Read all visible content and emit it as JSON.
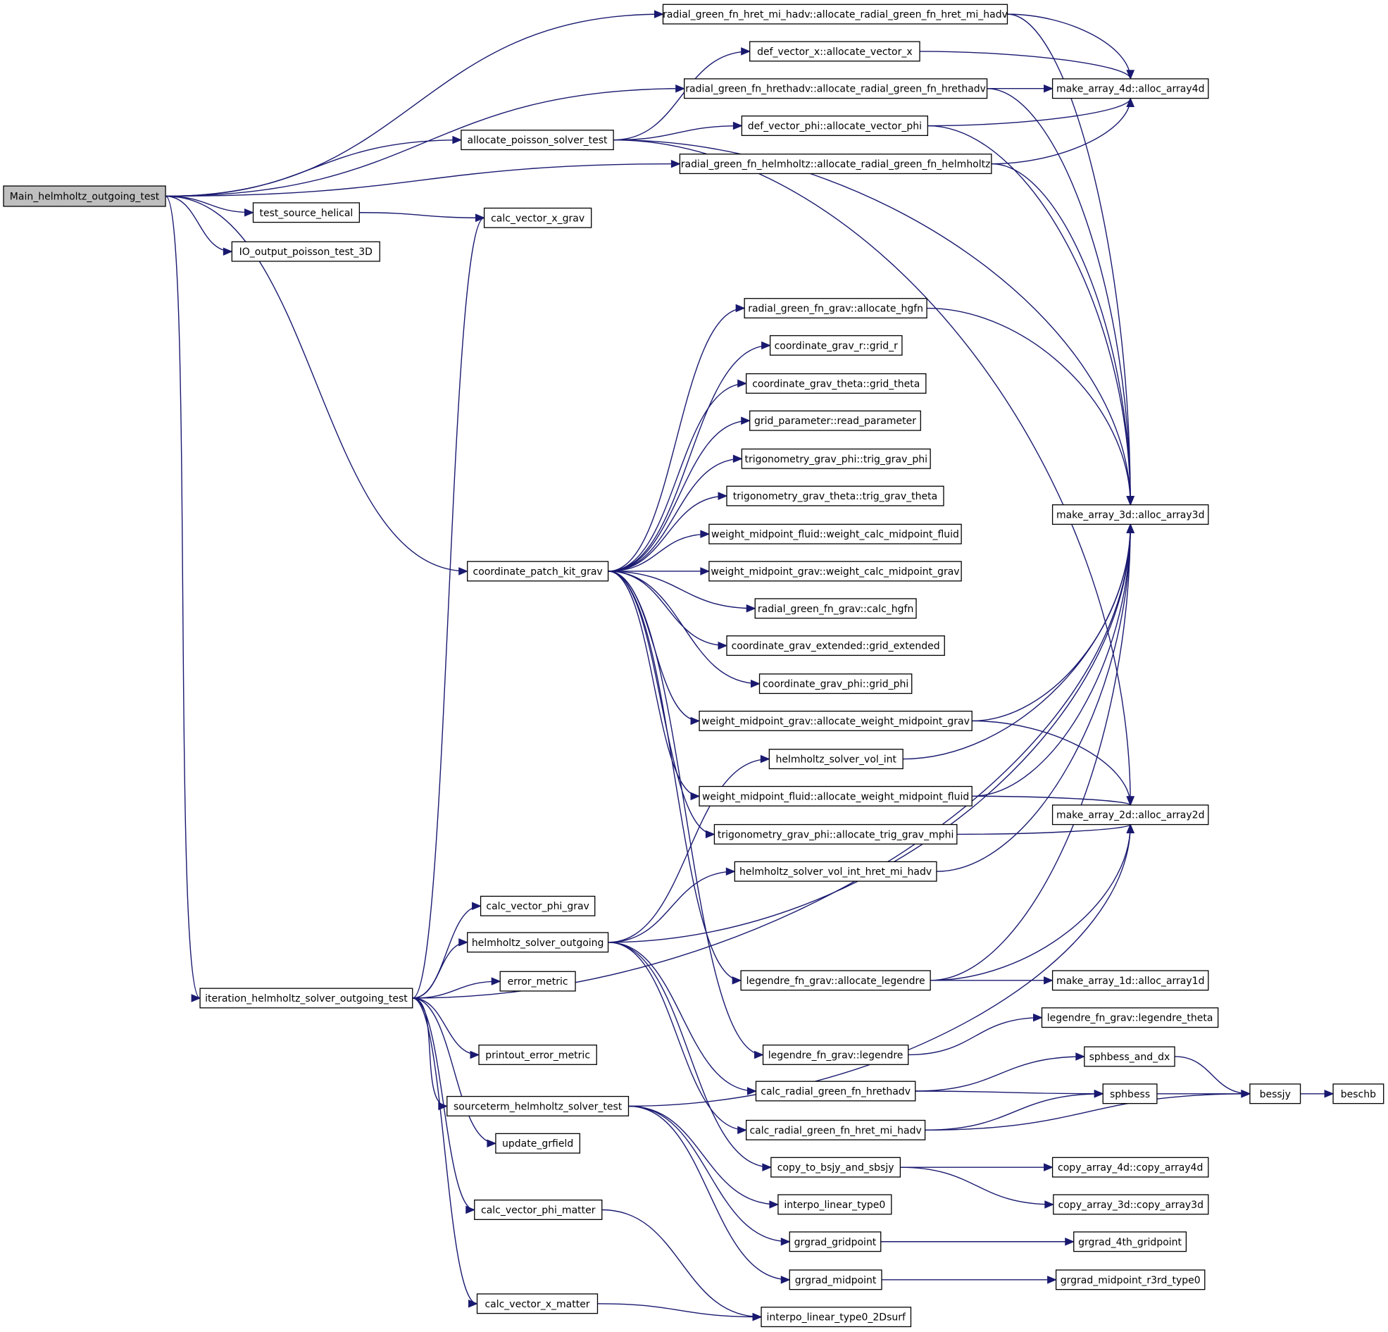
{
  "nodes": [
    {
      "id": "main",
      "label": "Main_helmholtz_outgoing_test",
      "root": true
    },
    {
      "id": "rg_hret_alloc",
      "label": "radial_green_fn_hret_mi_hadv::allocate_radial_green_fn_hret_mi_hadv"
    },
    {
      "id": "vec_x_alloc",
      "label": "def_vector_x::allocate_vector_x"
    },
    {
      "id": "rg_hrethadv_alloc",
      "label": "radial_green_fn_hrethadv::allocate_radial_green_fn_hrethadv"
    },
    {
      "id": "a4d",
      "label": "make_array_4d::alloc_array4d"
    },
    {
      "id": "alloc_poisson",
      "label": "allocate_poisson_solver_test"
    },
    {
      "id": "vec_phi_alloc",
      "label": "def_vector_phi::allocate_vector_phi"
    },
    {
      "id": "rg_helm_alloc",
      "label": "radial_green_fn_helmholtz::allocate_radial_green_fn_helmholtz"
    },
    {
      "id": "test_src",
      "label": "test_source_helical"
    },
    {
      "id": "cvx_grav",
      "label": "calc_vector_x_grav"
    },
    {
      "id": "io_out",
      "label": "IO_output_poisson_test_3D"
    },
    {
      "id": "hgfn_alloc",
      "label": "radial_green_fn_grav::allocate_hgfn"
    },
    {
      "id": "grid_r",
      "label": "coordinate_grav_r::grid_r"
    },
    {
      "id": "grid_theta",
      "label": "coordinate_grav_theta::grid_theta"
    },
    {
      "id": "read_param",
      "label": "grid_parameter::read_parameter"
    },
    {
      "id": "trig_phi",
      "label": "trigonometry_grav_phi::trig_grav_phi"
    },
    {
      "id": "trig_theta",
      "label": "trigonometry_grav_theta::trig_grav_theta"
    },
    {
      "id": "a3d",
      "label": "make_array_3d::alloc_array3d"
    },
    {
      "id": "wcm_fluid",
      "label": "weight_midpoint_fluid::weight_calc_midpoint_fluid"
    },
    {
      "id": "cpk",
      "label": "coordinate_patch_kit_grav"
    },
    {
      "id": "wcm_grav",
      "label": "weight_midpoint_grav::weight_calc_midpoint_grav"
    },
    {
      "id": "calc_hgfn",
      "label": "radial_green_fn_grav::calc_hgfn"
    },
    {
      "id": "grid_ext",
      "label": "coordinate_grav_extended::grid_extended"
    },
    {
      "id": "grid_phi",
      "label": "coordinate_grav_phi::grid_phi"
    },
    {
      "id": "awm_grav",
      "label": "weight_midpoint_grav::allocate_weight_midpoint_grav"
    },
    {
      "id": "hs_vol",
      "label": "helmholtz_solver_vol_int"
    },
    {
      "id": "awm_fluid",
      "label": "weight_midpoint_fluid::allocate_weight_midpoint_fluid"
    },
    {
      "id": "a2d",
      "label": "make_array_2d::alloc_array2d"
    },
    {
      "id": "trig_mphi",
      "label": "trigonometry_grav_phi::allocate_trig_grav_mphi"
    },
    {
      "id": "hs_vol_hret",
      "label": "helmholtz_solver_vol_int_hret_mi_hadv"
    },
    {
      "id": "cvphi_grav",
      "label": "calc_vector_phi_grav"
    },
    {
      "id": "hs_out",
      "label": "helmholtz_solver_outgoing"
    },
    {
      "id": "leg_alloc",
      "label": "legendre_fn_grav::allocate_legendre"
    },
    {
      "id": "a1d",
      "label": "make_array_1d::alloc_array1d"
    },
    {
      "id": "err_metric",
      "label": "error_metric"
    },
    {
      "id": "iter",
      "label": "iteration_helmholtz_solver_outgoing_test"
    },
    {
      "id": "leg_theta",
      "label": "legendre_fn_grav::legendre_theta"
    },
    {
      "id": "print_err",
      "label": "printout_error_metric"
    },
    {
      "id": "leg",
      "label": "legendre_fn_grav::legendre"
    },
    {
      "id": "sphbess_dx",
      "label": "sphbess_and_dx"
    },
    {
      "id": "crg_hrethadv",
      "label": "calc_radial_green_fn_hrethadv"
    },
    {
      "id": "sphbess",
      "label": "sphbess"
    },
    {
      "id": "bessjy",
      "label": "bessjy"
    },
    {
      "id": "beschb",
      "label": "beschb"
    },
    {
      "id": "srcterm",
      "label": "sourceterm_helmholtz_solver_test"
    },
    {
      "id": "crg_hret",
      "label": "calc_radial_green_fn_hret_mi_hadv"
    },
    {
      "id": "upd_gr",
      "label": "update_grfield"
    },
    {
      "id": "copy_bsjy",
      "label": "copy_to_bsjy_and_sbsjy"
    },
    {
      "id": "c4d",
      "label": "copy_array_4d::copy_array4d"
    },
    {
      "id": "c3d",
      "label": "copy_array_3d::copy_array3d"
    },
    {
      "id": "cvphi_matter",
      "label": "calc_vector_phi_matter"
    },
    {
      "id": "interp0",
      "label": "interpo_linear_type0"
    },
    {
      "id": "grgrad_gp",
      "label": "grgrad_gridpoint"
    },
    {
      "id": "grgrad_4th",
      "label": "grgrad_4th_gridpoint"
    },
    {
      "id": "grgrad_mp",
      "label": "grgrad_midpoint"
    },
    {
      "id": "grgrad_r3rd",
      "label": "grgrad_midpoint_r3rd_type0"
    },
    {
      "id": "cvx_matter",
      "label": "calc_vector_x_matter"
    },
    {
      "id": "interp2d",
      "label": "interpo_linear_type0_2Dsurf"
    }
  ],
  "edges": [
    [
      "main",
      "rg_hret_alloc"
    ],
    [
      "main",
      "rg_hrethadv_alloc"
    ],
    [
      "main",
      "alloc_poisson"
    ],
    [
      "main",
      "rg_helm_alloc"
    ],
    [
      "main",
      "test_src"
    ],
    [
      "main",
      "io_out"
    ],
    [
      "main",
      "cpk"
    ],
    [
      "main",
      "iter"
    ],
    [
      "rg_hret_alloc",
      "a4d"
    ],
    [
      "rg_hret_alloc",
      "a3d"
    ],
    [
      "vec_x_alloc",
      "a4d"
    ],
    [
      "rg_hrethadv_alloc",
      "a4d"
    ],
    [
      "rg_hrethadv_alloc",
      "a3d"
    ],
    [
      "alloc_poisson",
      "vec_x_alloc"
    ],
    [
      "alloc_poisson",
      "vec_phi_alloc"
    ],
    [
      "alloc_poisson",
      "a3d"
    ],
    [
      "alloc_poisson",
      "a2d"
    ],
    [
      "vec_phi_alloc",
      "a4d"
    ],
    [
      "vec_phi_alloc",
      "a3d"
    ],
    [
      "rg_helm_alloc",
      "a4d"
    ],
    [
      "rg_helm_alloc",
      "a3d"
    ],
    [
      "test_src",
      "cvx_grav"
    ],
    [
      "hgfn_alloc",
      "a3d"
    ],
    [
      "cpk",
      "hgfn_alloc"
    ],
    [
      "cpk",
      "grid_r"
    ],
    [
      "cpk",
      "grid_theta"
    ],
    [
      "cpk",
      "read_param"
    ],
    [
      "cpk",
      "trig_phi"
    ],
    [
      "cpk",
      "trig_theta"
    ],
    [
      "cpk",
      "wcm_fluid"
    ],
    [
      "cpk",
      "wcm_grav"
    ],
    [
      "cpk",
      "calc_hgfn"
    ],
    [
      "cpk",
      "grid_ext"
    ],
    [
      "cpk",
      "grid_phi"
    ],
    [
      "cpk",
      "awm_grav"
    ],
    [
      "cpk",
      "awm_fluid"
    ],
    [
      "cpk",
      "trig_mphi"
    ],
    [
      "cpk",
      "leg_alloc"
    ],
    [
      "cpk",
      "leg"
    ],
    [
      "awm_grav",
      "a3d"
    ],
    [
      "awm_grav",
      "a2d"
    ],
    [
      "hs_vol",
      "a3d"
    ],
    [
      "awm_fluid",
      "a3d"
    ],
    [
      "awm_fluid",
      "a2d"
    ],
    [
      "trig_mphi",
      "a2d"
    ],
    [
      "hs_vol_hret",
      "a3d"
    ],
    [
      "hs_out",
      "hs_vol"
    ],
    [
      "hs_out",
      "hs_vol_hret"
    ],
    [
      "hs_out",
      "a3d"
    ],
    [
      "hs_out",
      "crg_hrethadv"
    ],
    [
      "hs_out",
      "crg_hret"
    ],
    [
      "hs_out",
      "copy_bsjy"
    ],
    [
      "leg_alloc",
      "a3d"
    ],
    [
      "leg_alloc",
      "a2d"
    ],
    [
      "leg_alloc",
      "a1d"
    ],
    [
      "iter",
      "cvx_grav"
    ],
    [
      "iter",
      "a3d"
    ],
    [
      "iter",
      "cvphi_grav"
    ],
    [
      "iter",
      "hs_out"
    ],
    [
      "iter",
      "err_metric"
    ],
    [
      "iter",
      "print_err"
    ],
    [
      "iter",
      "srcterm"
    ],
    [
      "iter",
      "upd_gr"
    ],
    [
      "iter",
      "cvphi_matter"
    ],
    [
      "iter",
      "cvx_matter"
    ],
    [
      "leg",
      "leg_theta"
    ],
    [
      "crg_hrethadv",
      "sphbess_dx"
    ],
    [
      "crg_hrethadv",
      "sphbess"
    ],
    [
      "sphbess_dx",
      "bessjy"
    ],
    [
      "sphbess",
      "bessjy"
    ],
    [
      "bessjy",
      "beschb"
    ],
    [
      "crg_hret",
      "sphbess"
    ],
    [
      "crg_hret",
      "bessjy"
    ],
    [
      "srcterm",
      "a2d"
    ],
    [
      "srcterm",
      "interp0"
    ],
    [
      "srcterm",
      "grgrad_gp"
    ],
    [
      "srcterm",
      "grgrad_mp"
    ],
    [
      "copy_bsjy",
      "c4d"
    ],
    [
      "copy_bsjy",
      "c3d"
    ],
    [
      "cvphi_matter",
      "interp2d"
    ],
    [
      "cvx_matter",
      "interp2d"
    ],
    [
      "grgrad_gp",
      "grgrad_4th"
    ],
    [
      "grgrad_mp",
      "grgrad_r3rd"
    ]
  ],
  "colors": {
    "edge": "#191970",
    "root_fill": "#bfbfbf",
    "node_fill": "#ffffff",
    "border": "#000000"
  }
}
